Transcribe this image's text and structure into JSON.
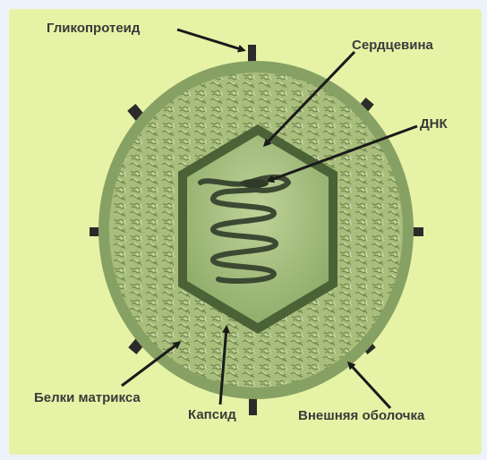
{
  "labels": {
    "glycoprotein": "Гликопротеид",
    "core": "Сердцевина",
    "dna": "ДНК",
    "matrix_proteins": "Белки матрикса",
    "capsid": "Капсид",
    "outer_envelope": "Внешняя оболочка"
  },
  "colors": {
    "background": "#eef2fb",
    "panel": "#e6f3a6",
    "envelope": "#86a163",
    "matrix": "#a7bd7a",
    "capsid_fill": "#95b36f",
    "capsid_edge": "#4b6236",
    "dna": "#3c4a33",
    "spike": "#2b2b2b",
    "arrow": "#1a1a1a",
    "label": "#3a3a3a"
  }
}
